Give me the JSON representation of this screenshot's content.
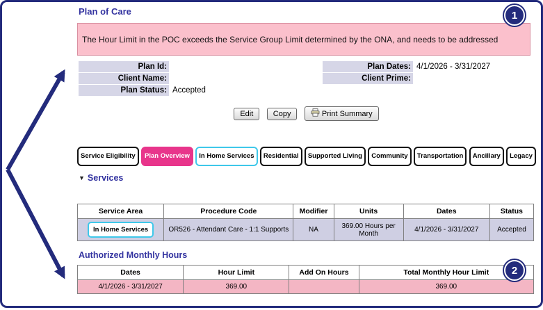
{
  "page": {
    "title": "Plan of Care"
  },
  "warning": {
    "message": "The Hour Limit in the POC exceeds the Service Group Limit determined by the ONA, and needs to be addressed"
  },
  "plan_info": {
    "plan_id_label": "Plan Id:",
    "plan_id_value": "",
    "plan_dates_label": "Plan Dates:",
    "plan_dates_value": "4/1/2026 - 3/31/2027",
    "client_name_label": "Client Name:",
    "client_name_value": "",
    "client_prime_label": "Client Prime:",
    "client_prime_value": "",
    "plan_status_label": "Plan Status:",
    "plan_status_value": "Accepted"
  },
  "toolbar": {
    "edit_label": "Edit",
    "copy_label": "Copy",
    "print_label": "Print Summary",
    "print_icon": "printer-icon"
  },
  "tabs": [
    {
      "label": "Service Eligibility",
      "state": "default"
    },
    {
      "label": "Plan Overview",
      "state": "active"
    },
    {
      "label": "In Home Services",
      "state": "highlighted"
    },
    {
      "label": "Residential",
      "state": "default"
    },
    {
      "label": "Supported Living",
      "state": "default"
    },
    {
      "label": "Community",
      "state": "default"
    },
    {
      "label": "Transportation",
      "state": "default"
    },
    {
      "label": "Ancillary",
      "state": "default"
    },
    {
      "label": "Legacy",
      "state": "default"
    }
  ],
  "services": {
    "heading": "Services",
    "collapse_icon": "▼",
    "columns": [
      "Service Area",
      "Procedure Code",
      "Modifier",
      "Units",
      "Dates",
      "Status"
    ],
    "rows": [
      {
        "service_area": "In Home Services",
        "procedure_code": "OR526 - Attendant Care - 1:1 Supports",
        "modifier": "NA",
        "units": "369.00 Hours per Month",
        "dates": "4/1/2026 - 3/31/2027",
        "status": "Accepted"
      }
    ]
  },
  "authorized_monthly_hours": {
    "heading": "Authorized Monthly Hours",
    "columns": [
      "Dates",
      "Hour Limit",
      "Add On Hours",
      "Total Monthly Hour Limit"
    ],
    "rows": [
      {
        "dates": "4/1/2026 - 3/31/2027",
        "hour_limit": "369.00",
        "add_on_hours": "",
        "total_monthly_hour_limit": "369.00"
      }
    ]
  },
  "callouts": [
    {
      "number": "1"
    },
    {
      "number": "2"
    }
  ],
  "colors": {
    "frame_navy": "#232B7C",
    "heading_blue": "#3333A0",
    "active_tab_magenta": "#E8358B",
    "highlight_cyan": "#3FC8EA",
    "label_lavender": "#D6D6E7",
    "row_lavender": "#CFCFE3",
    "warning_pink": "#FBC0CC",
    "row_pink": "#F4B6C4"
  }
}
